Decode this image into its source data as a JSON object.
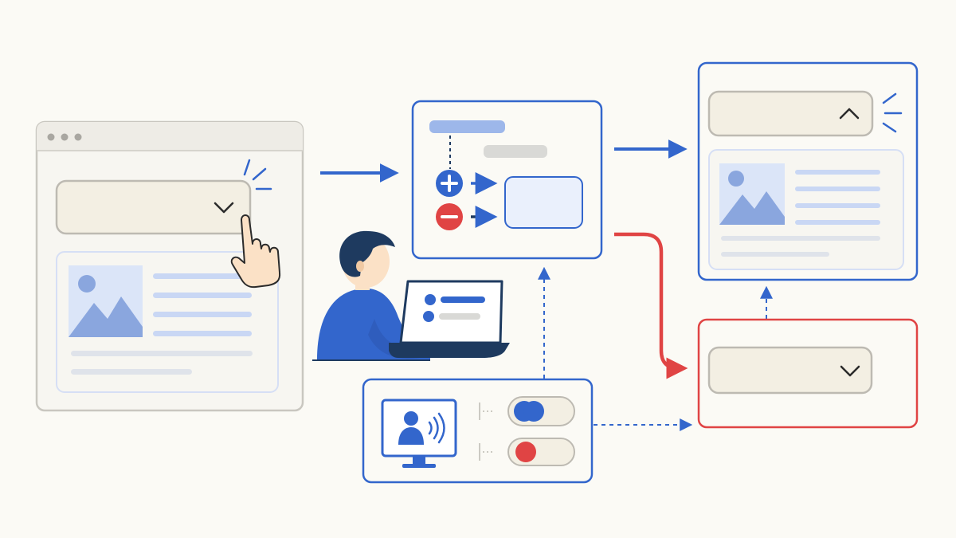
{
  "diagram": {
    "nodes": [
      {
        "id": "browser-window",
        "kind": "window",
        "control": "collapsed-dropdown"
      },
      {
        "id": "logic-panel",
        "kind": "panel",
        "controls": [
          "plus-circle-icon",
          "minus-circle-icon"
        ]
      },
      {
        "id": "expanded-result",
        "kind": "window",
        "control": "expanded-dropdown"
      },
      {
        "id": "error-state",
        "kind": "window",
        "control": "collapsed-dropdown"
      },
      {
        "id": "assistive-settings",
        "kind": "panel",
        "controls": [
          "toggle-on",
          "toggle-off"
        ]
      }
    ],
    "edges": [
      {
        "from": "browser-window",
        "to": "logic-panel",
        "style": "solid",
        "color": "blue"
      },
      {
        "from": "logic-panel",
        "to": "expanded-result",
        "style": "solid",
        "color": "blue"
      },
      {
        "from": "logic-panel",
        "to": "error-state",
        "style": "solid",
        "color": "red"
      },
      {
        "from": "error-state",
        "to": "expanded-result",
        "style": "dashed",
        "color": "blue"
      },
      {
        "from": "assistive-settings",
        "to": "logic-panel",
        "style": "dashed",
        "color": "blue"
      },
      {
        "from": "assistive-settings",
        "to": "error-state",
        "style": "dashed",
        "color": "blue"
      }
    ],
    "icons": [
      "hand-pointer-icon",
      "chevron-down-icon",
      "chevron-up-icon",
      "image-placeholder-icon",
      "user-speaking-icon",
      "laptop-icon",
      "person-illustration"
    ]
  },
  "colors": {
    "background": "#fbfaf5",
    "blue": "#3366cc",
    "red": "#e04444",
    "grey_border": "#c9c7c0",
    "light_blue_fill": "#eaf0fc",
    "cream_fill": "#f3efe3",
    "navy": "#1e3a5f"
  }
}
